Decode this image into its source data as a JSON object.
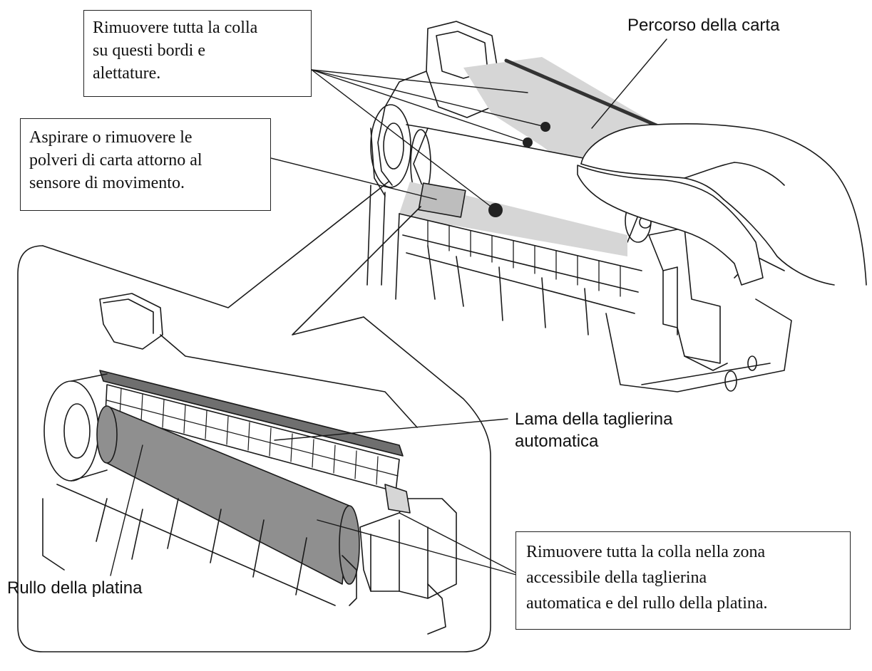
{
  "callouts": {
    "glue_edges": {
      "lines": [
        "Rimuovere tutta la colla",
        "su questi bordi e",
        "alettature."
      ]
    },
    "dust_sensor": {
      "lines": [
        "Aspirare o rimuovere le",
        "polveri di carta attorno al",
        "sensore di movimento."
      ]
    },
    "cutter_glue": {
      "lines": [
        "Rimuovere tutta la colla nella zona",
        "accessibile della taglierina",
        "automatica e del rullo della platina."
      ]
    }
  },
  "labels": {
    "paper_path": "Percorso della carta",
    "cutter_blade": [
      "Lama della taglierina",
      "automatica"
    ],
    "platen_roller": "Rullo della platina"
  },
  "colors": {
    "line": "#1a1a1a",
    "shade": "#d6d6d6",
    "roller": "#8f8f8f",
    "dot": "#222222"
  }
}
